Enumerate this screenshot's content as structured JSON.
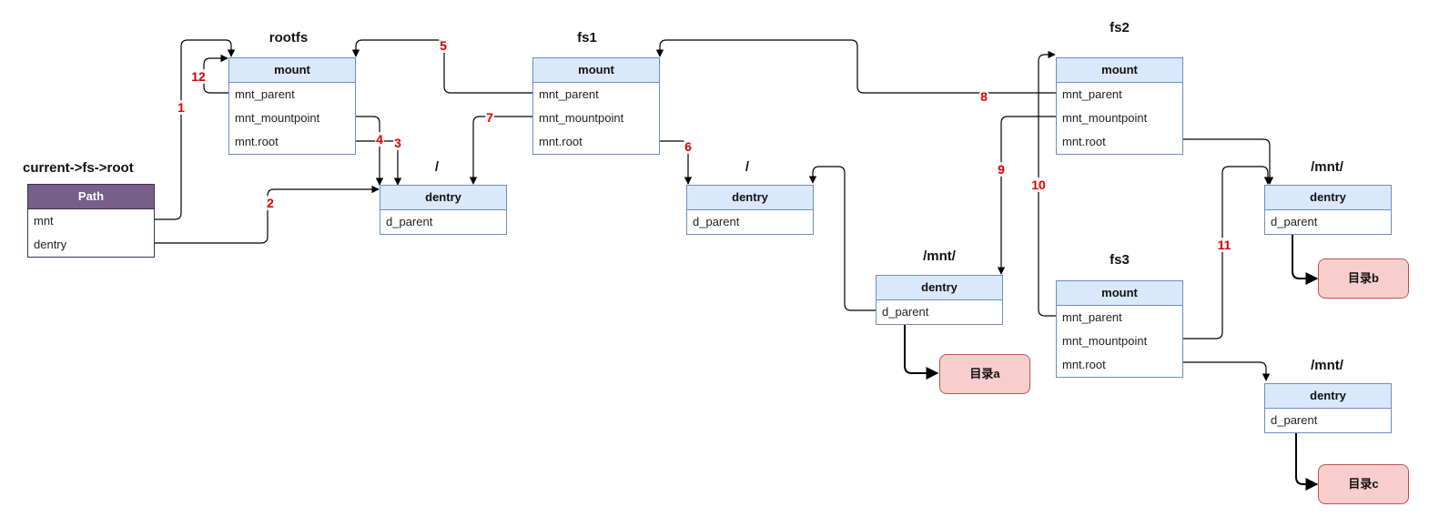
{
  "titles": {
    "current": "current->fs->root",
    "rootfs": "rootfs",
    "fs1": "fs1",
    "fs2": "fs2",
    "fs3": "fs3",
    "root_slash": "/",
    "fs1_slash": "/",
    "fs1_mnt": "/mnt/",
    "fs2_mnt": "/mnt/",
    "fs3_mnt": "/mnt/"
  },
  "path_struct": {
    "header": "Path",
    "rows": [
      "mnt",
      "dentry"
    ]
  },
  "mount_struct": {
    "header": "mount",
    "rows": [
      "mnt_parent",
      "mnt_mountpoint",
      "mnt.root"
    ]
  },
  "dentry_struct": {
    "header": "dentry",
    "rows": [
      "d_parent"
    ]
  },
  "directories": {
    "a": "目录a",
    "b": "目录b",
    "c": "目录c"
  },
  "step_labels": [
    "1",
    "2",
    "3",
    "4",
    "5",
    "6",
    "7",
    "8",
    "9",
    "10",
    "11",
    "12"
  ],
  "colors": {
    "struct_header": "#dae8fc",
    "struct_border": "#6c8ebf",
    "path_header": "#76608a",
    "dir_fill": "#f8cecc",
    "dir_border": "#b85450",
    "step_label": "#e00000"
  }
}
